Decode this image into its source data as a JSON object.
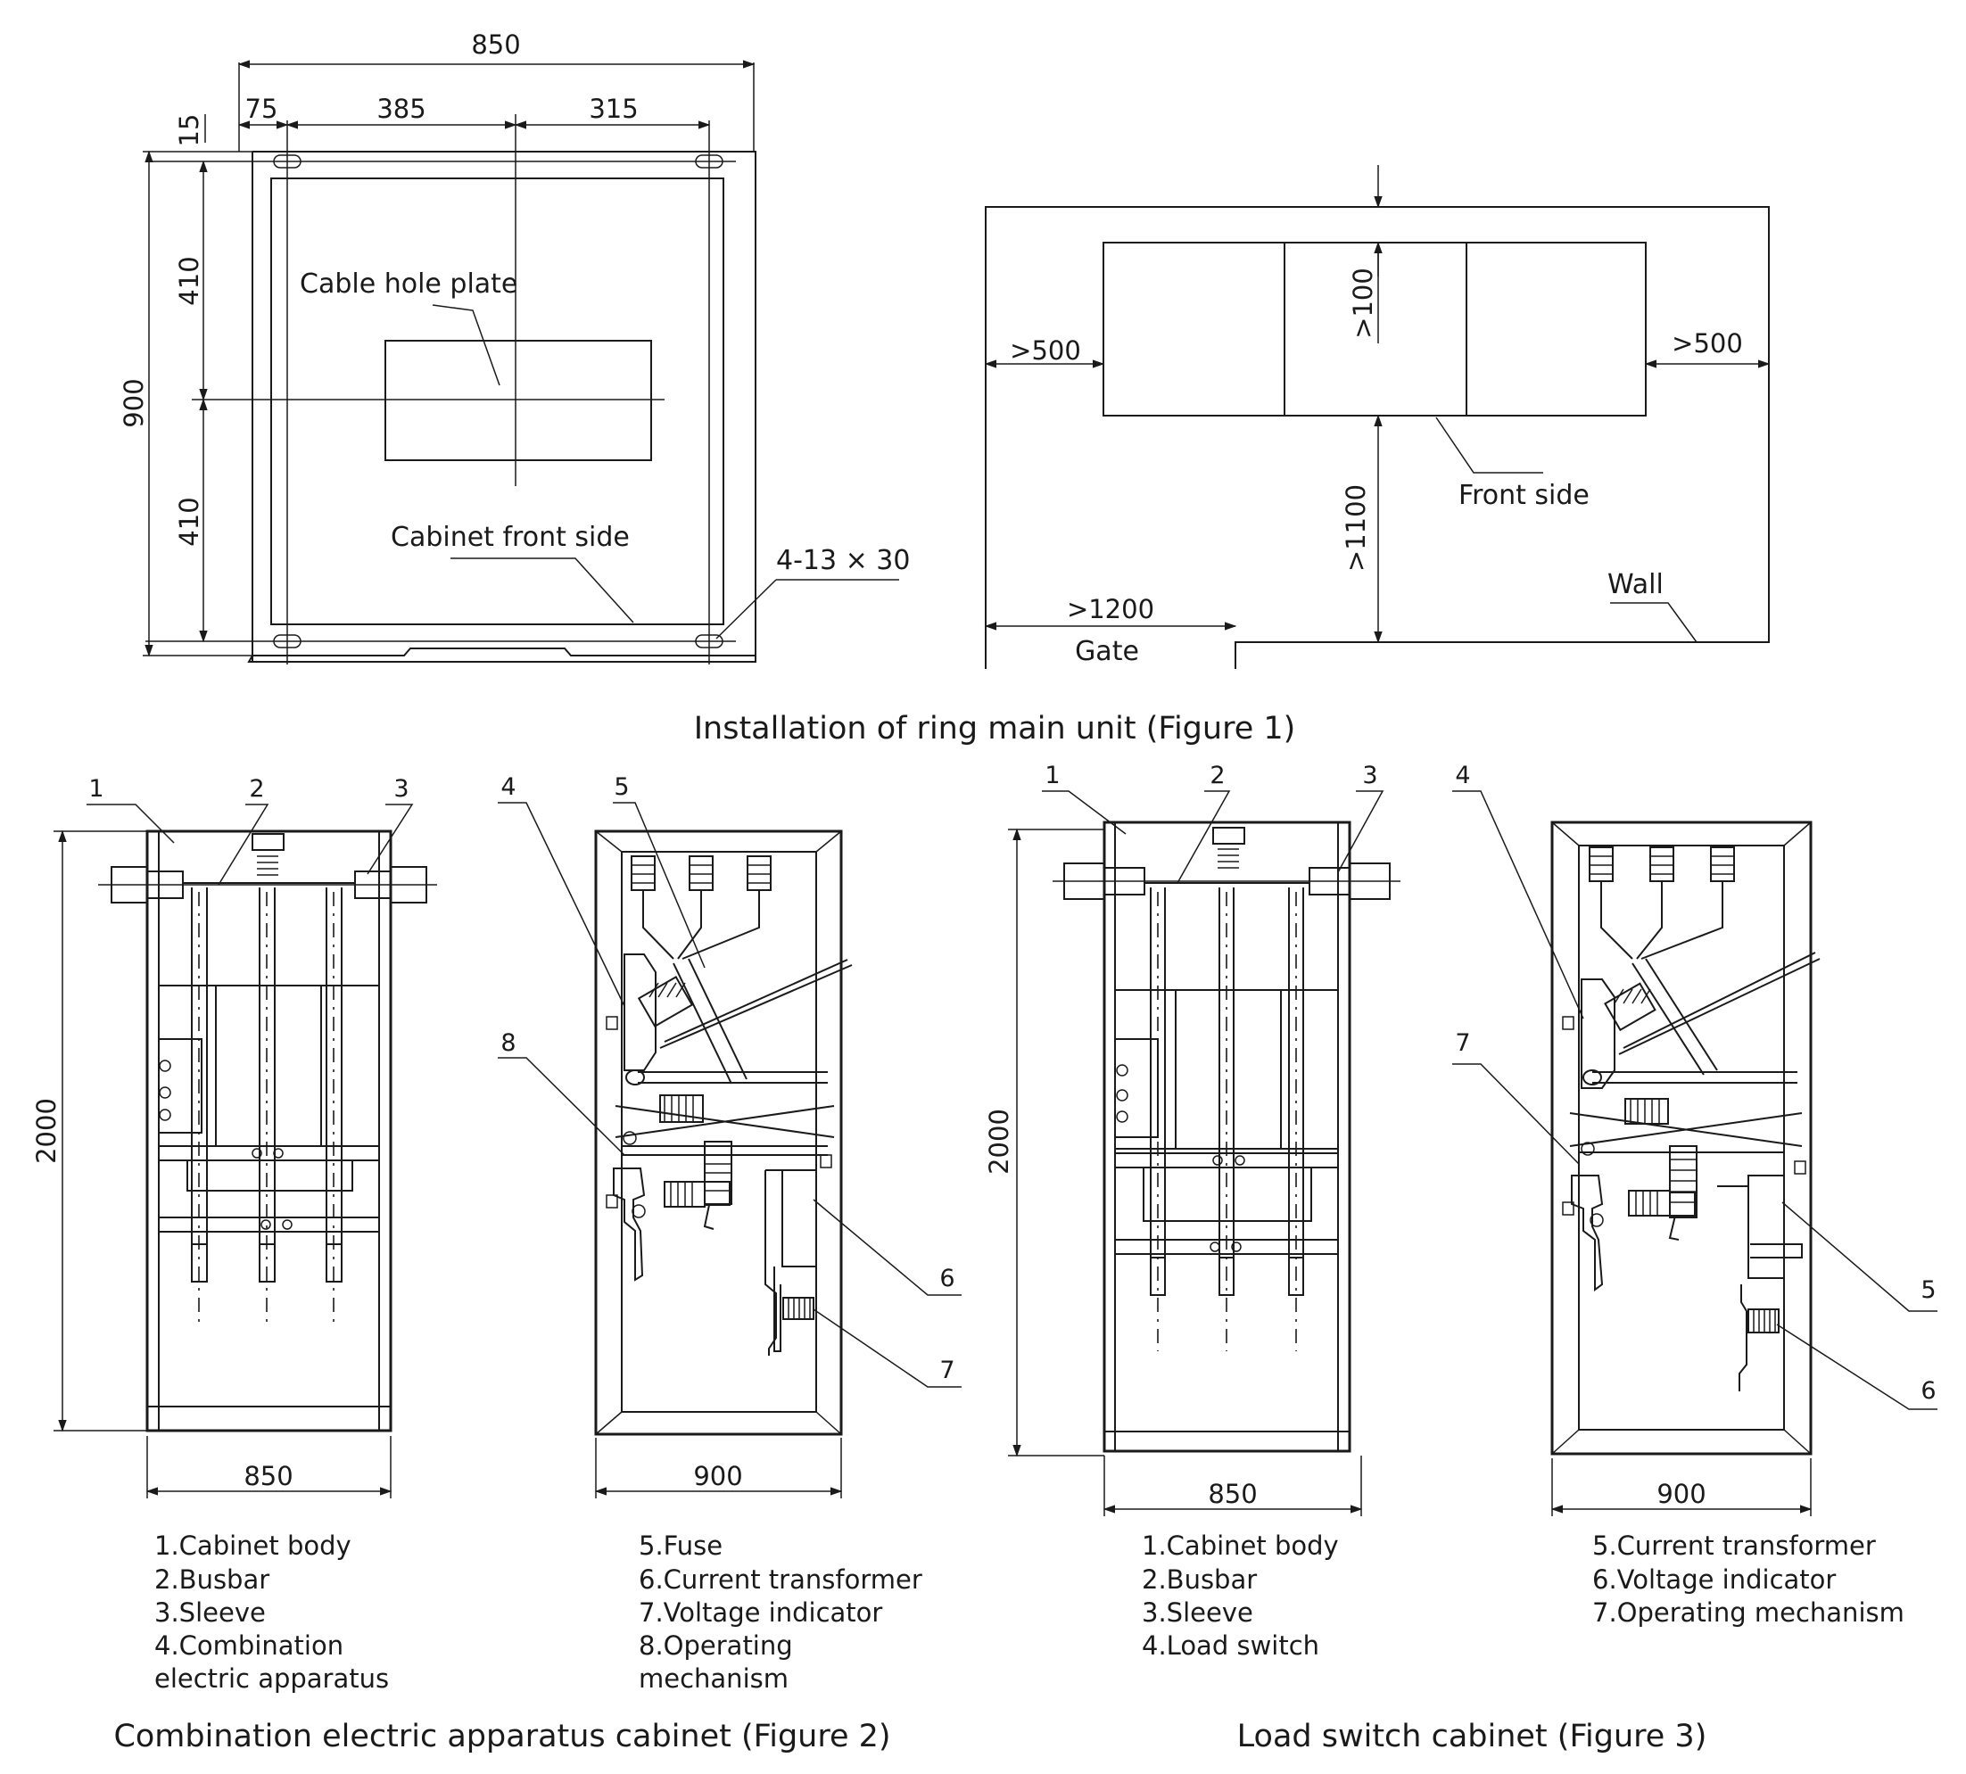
{
  "figure1": {
    "caption": "Installation of ring main unit (Figure 1)",
    "plan": {
      "dims": {
        "overall_width": "850",
        "left_offset": "75",
        "left_span": "385",
        "right_span": "315",
        "top_margin": "15",
        "upper_half": "410",
        "lower_half": "410",
        "overall_depth": "900"
      },
      "labels": {
        "cable_hole_plate": "Cable hole plate",
        "cabinet_front_side": "Cabinet front  side",
        "slot_spec": "4-13 × 30"
      }
    },
    "layout": {
      "left_clearance": ">500",
      "right_clearance": ">500",
      "rear_clearance": ">100",
      "front_clearance": ">1100",
      "gate_width": ">1200",
      "gate_label": "Gate",
      "front_side_label": "Front side",
      "wall_label": "Wall"
    }
  },
  "figure2": {
    "caption": "Combination electric apparatus cabinet (Figure 2)",
    "height_dim": "2000",
    "side_width_dim": "850",
    "front_width_dim": "900",
    "callouts": [
      "1",
      "2",
      "3",
      "4",
      "5",
      "6",
      "7",
      "8"
    ],
    "legend_left": [
      "1.Cabinet body",
      "2.Busbar",
      "3.Sleeve",
      "4.Combination",
      "electric apparatus"
    ],
    "legend_right": [
      "5.Fuse",
      "6.Current transformer",
      "7.Voltage indicator",
      "8.Operating",
      "mechanism"
    ]
  },
  "figure3": {
    "caption": "Load switch cabinet (Figure 3)",
    "height_dim": "2000",
    "side_width_dim": "850",
    "front_width_dim": "900",
    "callouts": [
      "1",
      "2",
      "3",
      "4",
      "5",
      "6",
      "7"
    ],
    "legend_left": [
      "1.Cabinet body",
      "2.Busbar",
      "3.Sleeve",
      "4.Load switch"
    ],
    "legend_right": [
      "5.Current transformer",
      "6.Voltage indicator",
      "7.Operating mechanism"
    ]
  }
}
